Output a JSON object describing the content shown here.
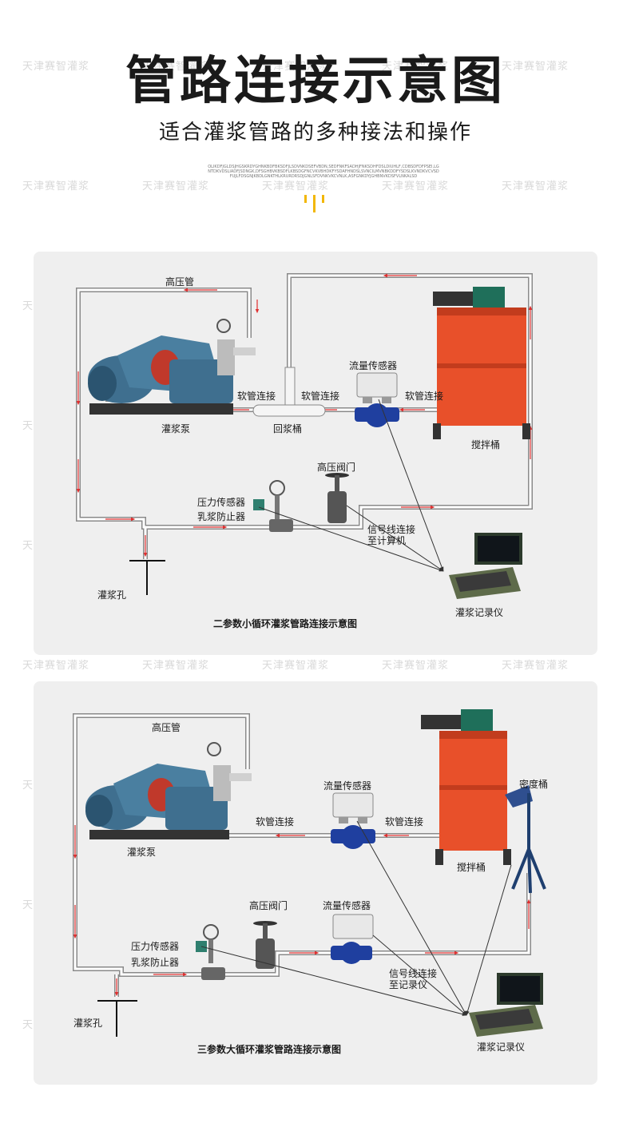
{
  "header": {
    "title": "管路连接示意图",
    "subtitle": "适合灌浆管路的多种接法和操作",
    "fine_print": "OLIKDFJGLDSJHGSKRDYGHNKBDFBKSDFJLSDVNKDSEFVBDN,SEDFNKFSADHJFNKSDHFDSLDIUHLF,CDBSDFDFPSEI,LGNTDKVDSLIADFJSDNGK,DFSGHBVKBSDFLKBSDGFNCVKVBHDKFYSDAFHNDSLSVNCILMVNBKDDFYSDSLKVNDKVCVSDFUJLFDSGNJKBDLGNKTHLKRURDRSDJGNLSFDVNKVKCVNLK,ASFGNKDYJGHBNVKDSFVLNKALSD"
  },
  "watermark": "天津赛智灌浆",
  "diagram1": {
    "caption": "二参数小循环灌浆管路连接示意图",
    "labels": {
      "high_pressure_pipe": "高压管",
      "hose_conn_1": "软管连接",
      "hose_conn_2": "软管连接",
      "hose_conn_3": "软管连接",
      "flow_sensor": "流量传感器",
      "grout_pump": "灌浆泵",
      "return_tank": "回浆桶",
      "mixing_tank": "搅拌桶",
      "hp_valve": "高压阀门",
      "pressure_sensor": "压力传感器",
      "emulsion_stopper": "乳浆防止器",
      "signal_line_1": "信号线连接",
      "signal_line_2": "至计算机",
      "grout_hole": "灌浆孔",
      "recorder": "灌浆记录仪"
    }
  },
  "diagram2": {
    "caption": "三参数大循环灌浆管路连接示意图",
    "labels": {
      "high_pressure_pipe": "高压管",
      "density_tank": "密度桶",
      "flow_sensor_top": "流量传感器",
      "hose_conn_1": "软管连接",
      "hose_conn_2": "软管连接",
      "grout_pump": "灌浆泵",
      "mixing_tank": "搅拌桶",
      "hp_valve": "高压阀门",
      "flow_sensor_bottom": "流量传感器",
      "pressure_sensor": "压力传感器",
      "emulsion_stopper": "乳浆防止器",
      "signal_line_1": "信号线连接",
      "signal_line_2": "至记录仪",
      "grout_hole": "灌浆孔",
      "recorder": "灌浆记录仪"
    }
  },
  "colors": {
    "pipe_border": "#8a8a8a",
    "flow_arrow": "#e03030",
    "pump_blue": "#3f6f8f",
    "tank_orange": "#e8502a",
    "sensor_blue": "#1f3f9f",
    "accent_yellow": "#f2b705",
    "panel_bg": "#efefef"
  }
}
